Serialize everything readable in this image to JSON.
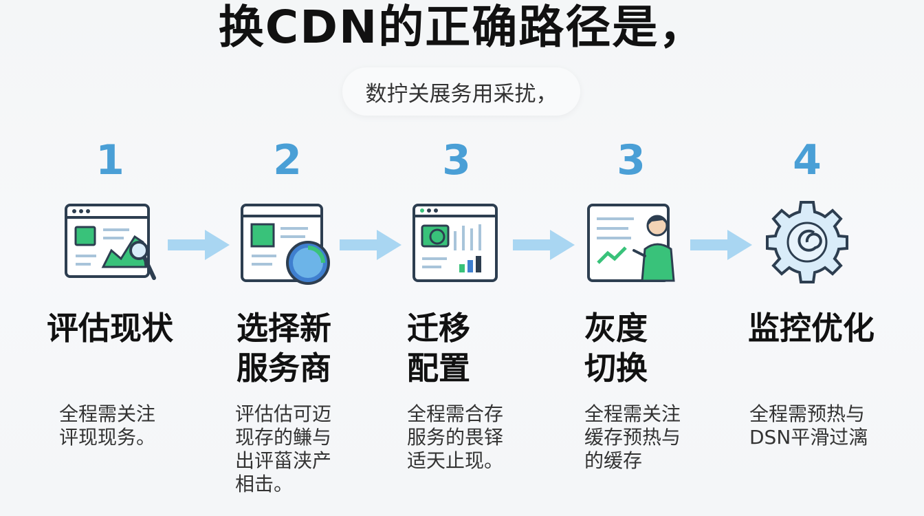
{
  "title": "换CDN的正确路径是，",
  "subtitle": "数拧关展务用采扰，",
  "steps": [
    {
      "number": "1",
      "title": [
        "评估现状"
      ],
      "desc": [
        "全程需关注",
        "评现现务。"
      ],
      "icon": "dashboard-chart-magnifier-icon"
    },
    {
      "number": "2",
      "title": [
        "选择新",
        "服务商"
      ],
      "desc": [
        "评估估可迈",
        "现存的鳒与",
        "出评菑浃产",
        "相击。"
      ],
      "icon": "browser-globe-icon"
    },
    {
      "number": "3",
      "title": [
        "迁移",
        "配置"
      ],
      "desc": [
        "全程需合存",
        "服务的畏铎",
        "适天止现。"
      ],
      "icon": "browser-analytics-icon"
    },
    {
      "number": "3",
      "title": [
        "灰度",
        "切换"
      ],
      "desc": [
        "全程需关注",
        "缓存预热与",
        "的缓存"
      ],
      "icon": "presentation-person-icon"
    },
    {
      "number": "4",
      "title": [
        "监控优化"
      ],
      "desc": [
        "全程需预热与",
        "DSN平滑过漓"
      ],
      "icon": "gear-icon"
    }
  ],
  "colors": {
    "accent": "#4a9fd6",
    "green": "#39c27a",
    "blue": "#3f7fcf",
    "arrow": "#a9d6f2"
  }
}
